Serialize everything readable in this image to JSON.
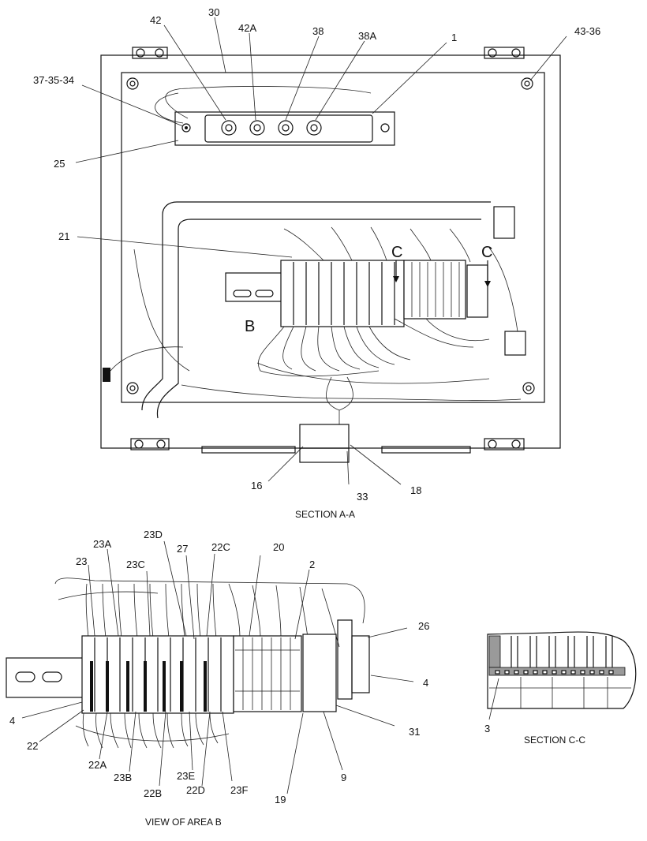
{
  "callouts": {
    "c42": "42",
    "c42a": "42A",
    "c38": "38",
    "c38a": "38A",
    "c1": "1",
    "c30": "30",
    "c43_36": "43-36",
    "c37_35_34": "37-35-34",
    "c25": "25",
    "c21": "21",
    "cC_left": "C",
    "cC_right": "C",
    "cB": "B",
    "c16": "16",
    "c33": "33",
    "c18": "18",
    "c23D": "23D",
    "c23A": "23A",
    "c27": "27",
    "c22C": "22C",
    "c20": "20",
    "c2": "2",
    "c23": "23",
    "c23C": "23C",
    "c26": "26",
    "c4_right": "4",
    "c4_left": "4",
    "c22": "22",
    "c31": "31",
    "c22A": "22A",
    "c23B": "23B",
    "c23E": "23E",
    "c9": "9",
    "c22B": "22B",
    "c22D": "22D",
    "c23F": "23F",
    "c19": "19",
    "c3": "3"
  },
  "captions": {
    "section_aa": "SECTION A-A",
    "view_area_b": "VIEW OF AREA B",
    "section_cc": "SECTION C-C"
  }
}
